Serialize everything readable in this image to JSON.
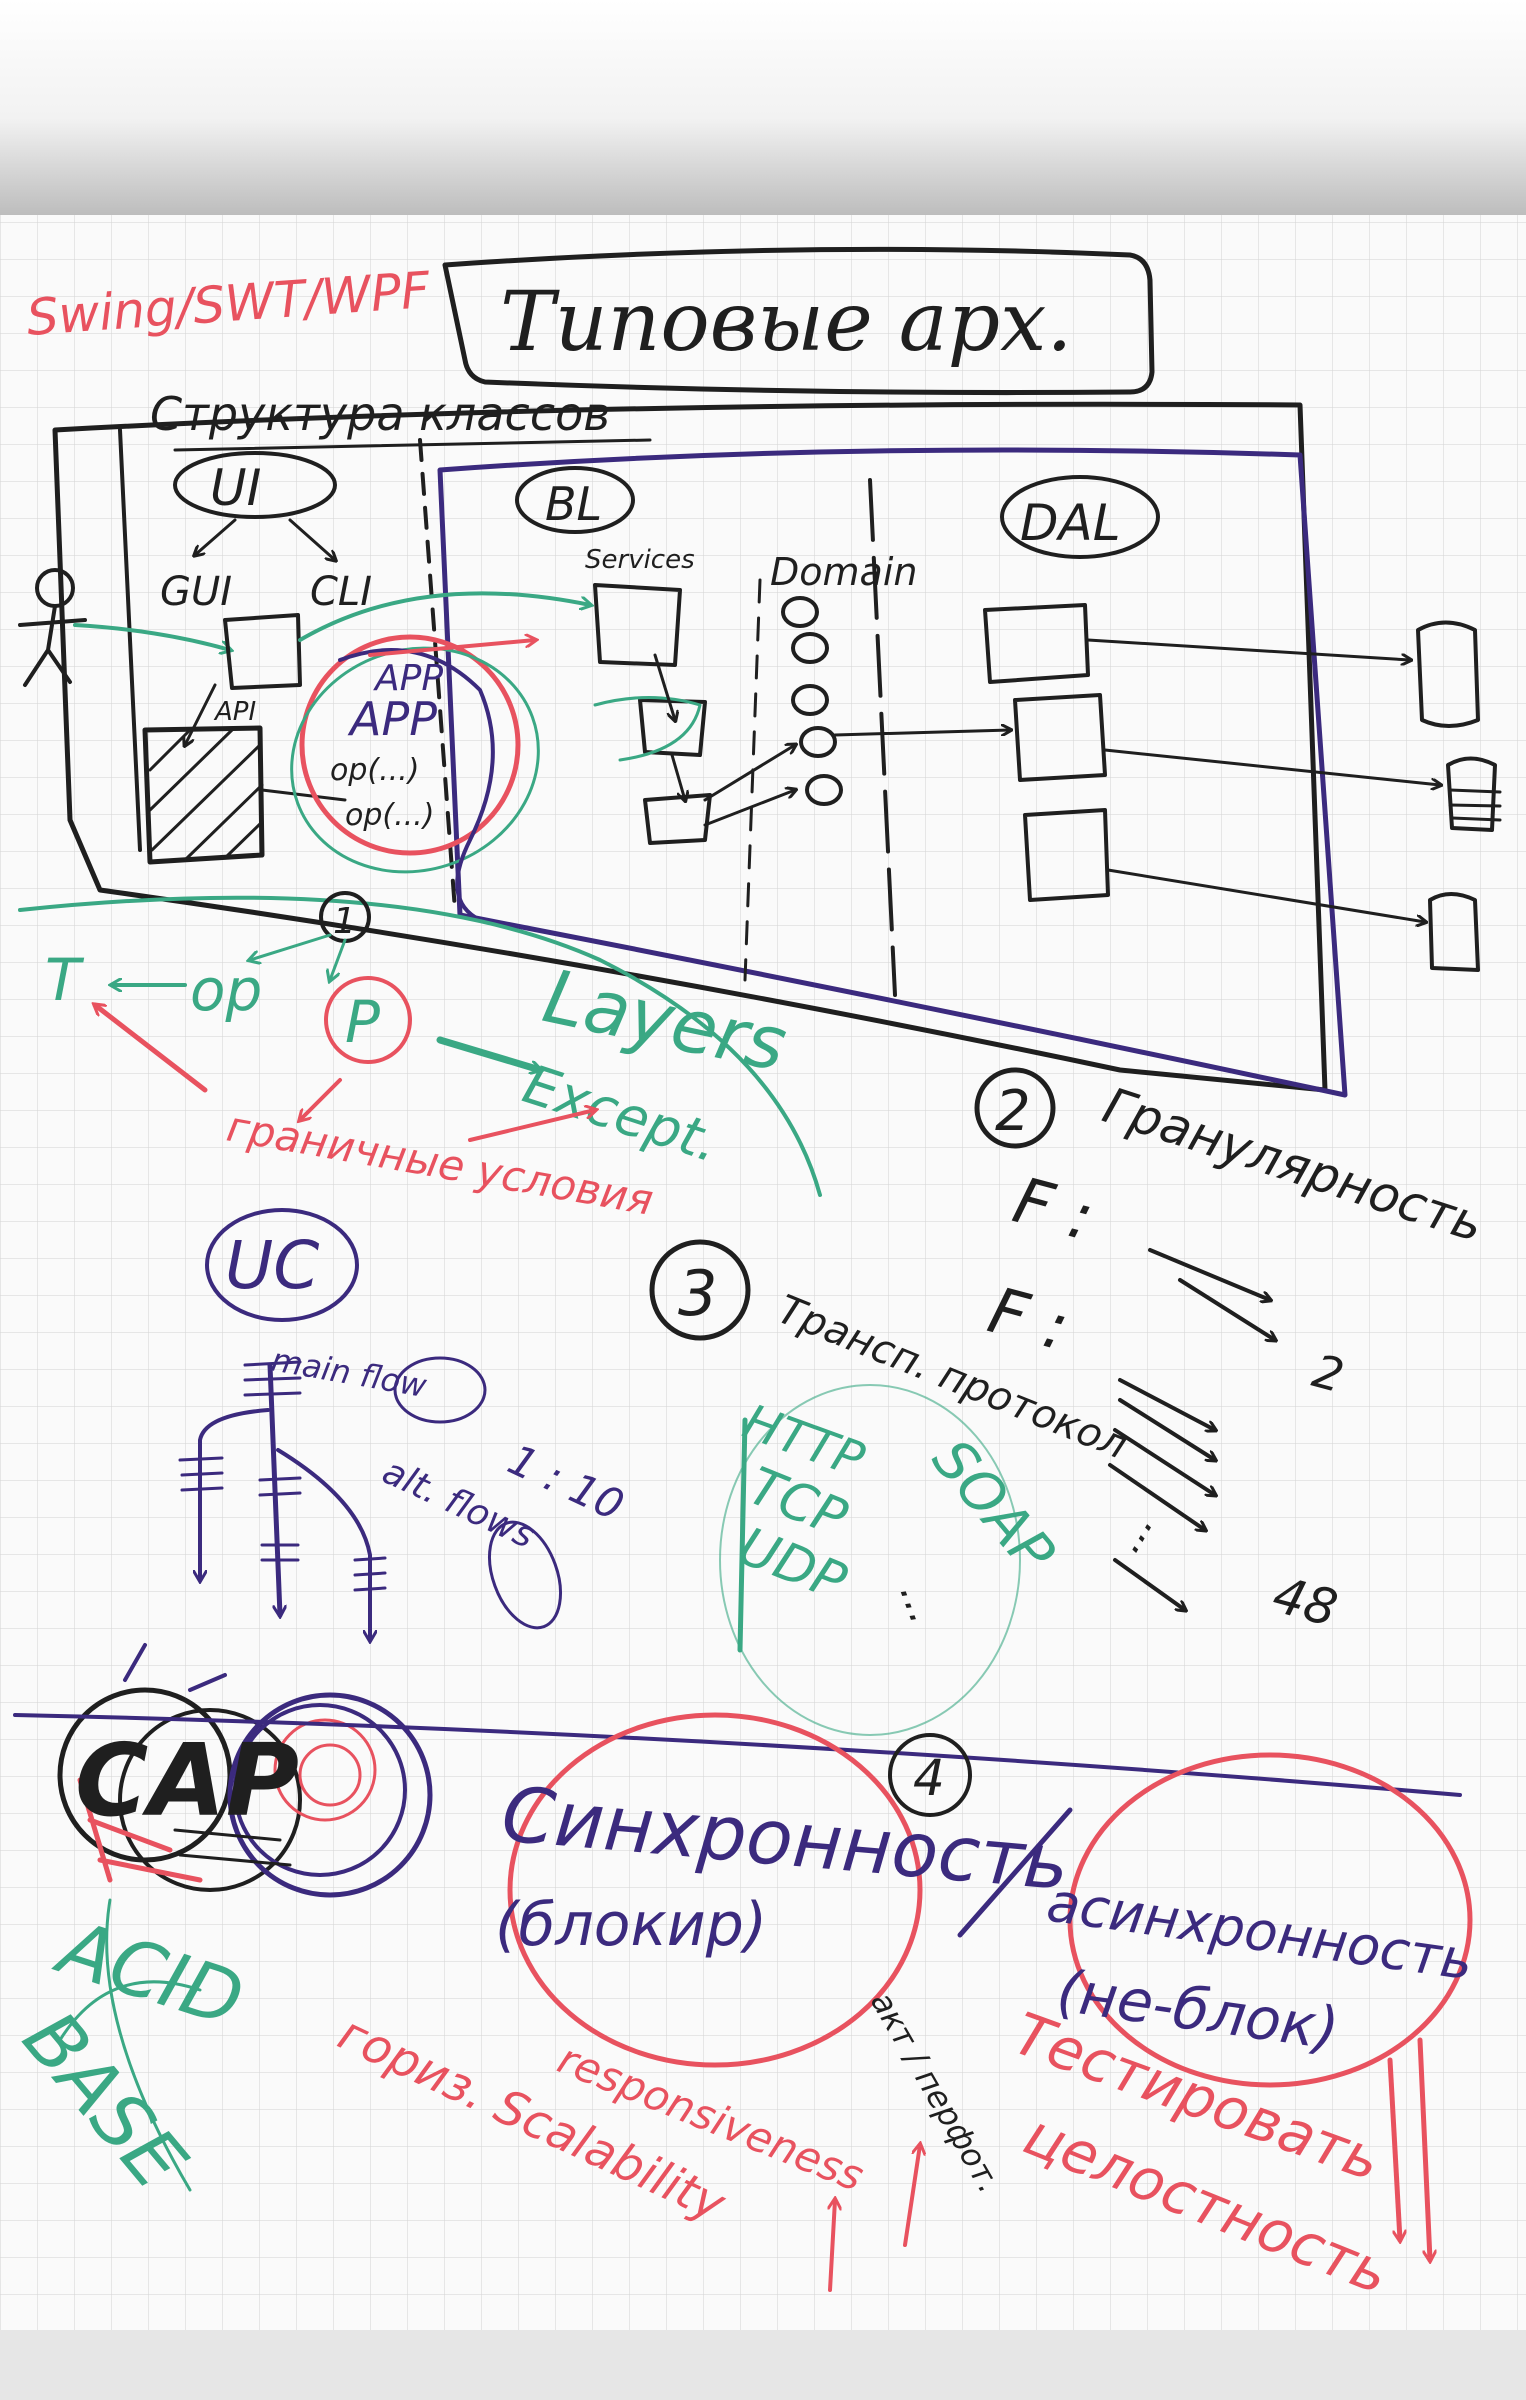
{
  "title": "Типовые арх.",
  "frameworks": "Swing/SWT/WPF",
  "class_structure": "Структура классов",
  "layers": {
    "ui": "UI",
    "gui": "GUI",
    "cli": "CLI",
    "api": "API",
    "app": "APP",
    "op1": "op(...)",
    "op2": "op(...)",
    "bl": "BL",
    "services": "Services",
    "domain": "Domain",
    "dal": "DAL"
  },
  "section_1": {
    "number": "1",
    "layers_label": "Layers",
    "formula_t": "T",
    "formula_op": "op",
    "formula_p": "P",
    "exception": "Except.",
    "boundary_conditions": "граничные условия"
  },
  "use_cases": {
    "label": "UC",
    "main_flow": "main flow",
    "alt_flows": "alt. flows",
    "ratio": "1 : 10"
  },
  "section_2": {
    "number": "2",
    "label": "Гранулярность",
    "f1": "F :",
    "f2": "F :",
    "count_small": "2",
    "count_large": "48"
  },
  "section_3": {
    "number": "3",
    "label": "Трансп. протокол",
    "protocols": [
      "HTTP",
      "TCP",
      "UDP"
    ],
    "soap": "SOAP"
  },
  "cap": {
    "label": "CAP",
    "acid": "ACID",
    "base": "BASE"
  },
  "section_4": {
    "number": "4",
    "sync": "Синхронность",
    "sync_note": "(блокир)",
    "async": "асинхронность",
    "async_note": "(не-блок)",
    "act_perf": "акт / перфот.",
    "responsiveness": "responsiveness",
    "scalability": "гориз. Scalability",
    "testing": "Тестировать",
    "integrity": "целостность"
  }
}
